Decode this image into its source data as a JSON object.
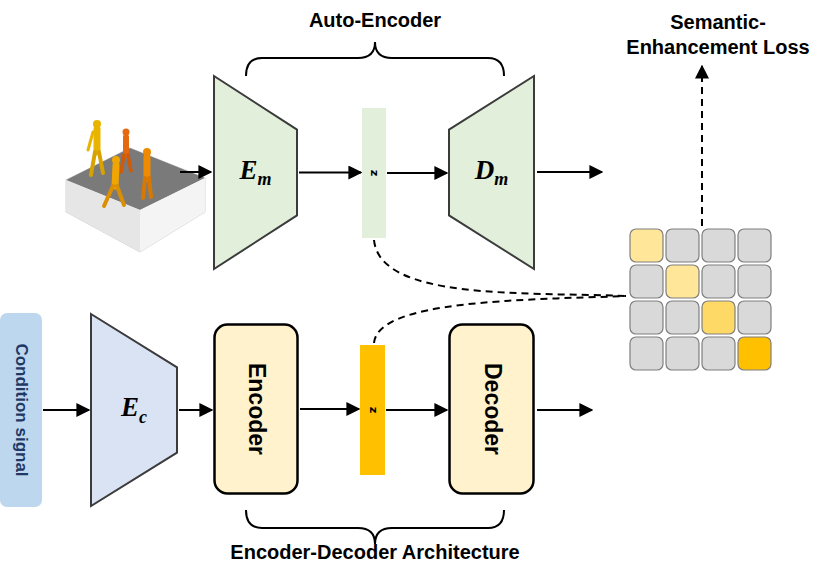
{
  "diagram": {
    "nodes": [
      {
        "text": [
          "E",
          "m"
        ]
      },
      {
        "text": [
          "z"
        ]
      },
      {
        "text": [
          "D",
          "m"
        ]
      },
      {
        "text": [
          "Condition signal"
        ]
      },
      {
        "text": [
          "E",
          "c"
        ]
      },
      {
        "text": [
          "Encoder"
        ]
      },
      {
        "text": [
          "z"
        ]
      },
      {
        "text": [
          "Decoder"
        ]
      }
    ],
    "edges": [
      {
        "from": 0,
        "to": 1,
        "arrow": "to"
      },
      {
        "from": 1,
        "to": 2,
        "arrow": "to"
      },
      {
        "from": 3,
        "to": 4,
        "arrow": "to"
      },
      {
        "from": 4,
        "to": 5,
        "arrow": "to"
      },
      {
        "from": 5,
        "to": 6,
        "arrow": "to"
      },
      {
        "from": 6,
        "to": 7,
        "arrow": "to"
      }
    ],
    "labels": [
      "Auto-Encoder",
      "Semantic-Enhancement Loss",
      "Encoder-Decoder Architecture"
    ]
  }
}
